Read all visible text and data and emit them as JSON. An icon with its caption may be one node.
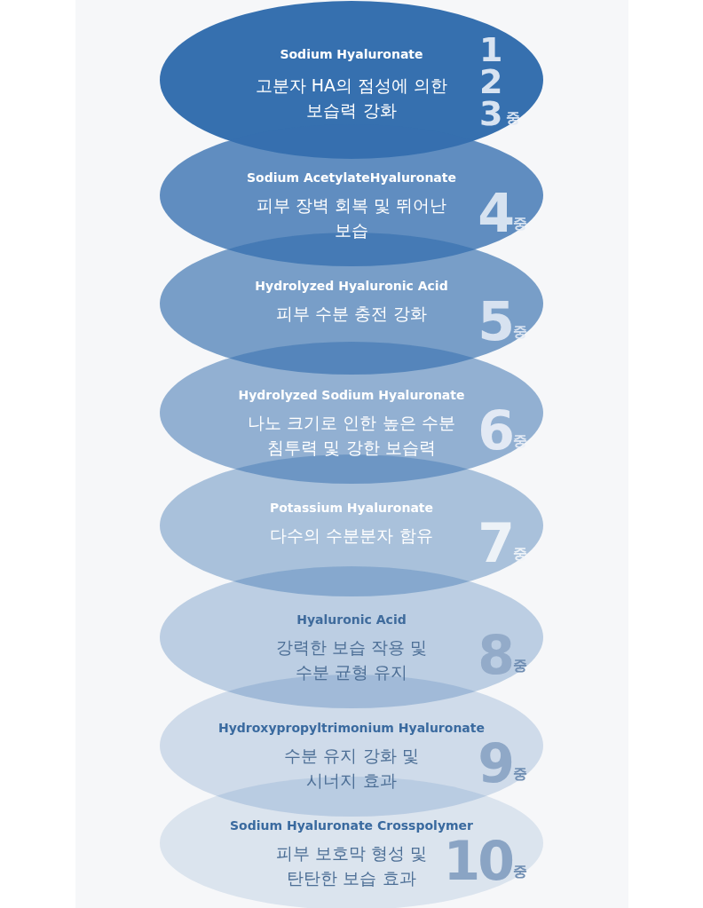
{
  "diagram": {
    "nodes": [
      {
        "text": [
          "Sodium Hyaluronate",
          "고분자 HA의 점성에 의한 보습력 강화",
          "1",
          "2",
          "3",
          "중"
        ]
      },
      {
        "text": [
          "Sodium AcetylateHyaluronate",
          "피부 장벽 회복 및 뛰어난 보습",
          "4",
          "중"
        ]
      },
      {
        "text": [
          "Hydrolyzed Hyaluronic Acid",
          "피부 수분 충전 강화",
          "5",
          "중"
        ]
      },
      {
        "text": [
          "Hydrolyzed Sodium Hyaluronate",
          "나노 크기로 인한 높은 수분 침투력 및 강한 보습력",
          "6",
          "중"
        ]
      },
      {
        "text": [
          "Potassium Hyaluronate",
          "다수의 수분분자 함유",
          "7",
          "중"
        ]
      },
      {
        "text": [
          "Hyaluronic Acid",
          "강력한 보습 작용 및 수분 균형 유지",
          "8",
          "중"
        ]
      },
      {
        "text": [
          "Hydroxypropyltrimonium Hyaluronate",
          "수분 유지 강화 및 시너지 효과",
          "9",
          "중"
        ]
      },
      {
        "text": [
          "Sodium Hyaluronate Crosspolymer",
          "피부 보호막 형성 및 탄탄한 보습 효과",
          "10",
          "중"
        ]
      }
    ],
    "edges": []
  }
}
